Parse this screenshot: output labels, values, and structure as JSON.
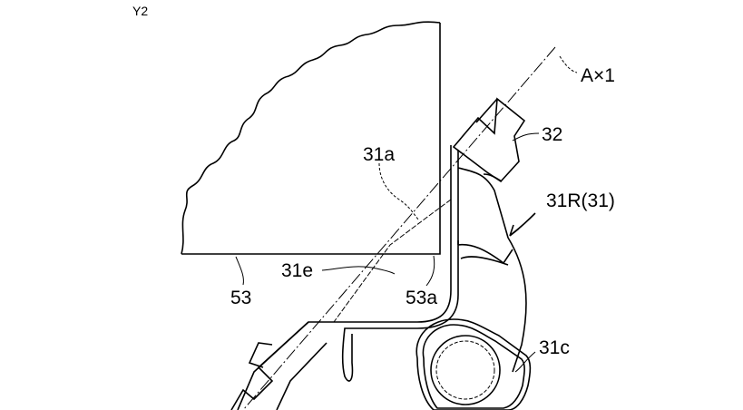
{
  "figure": {
    "view_label": "Y2",
    "labels": {
      "axis": "A×1",
      "part_32": "32",
      "part_31a": "31a",
      "part_31R": "31R(31)",
      "part_31e": "31e",
      "part_53": "53",
      "part_53a": "53a",
      "part_31c": "31c"
    }
  }
}
